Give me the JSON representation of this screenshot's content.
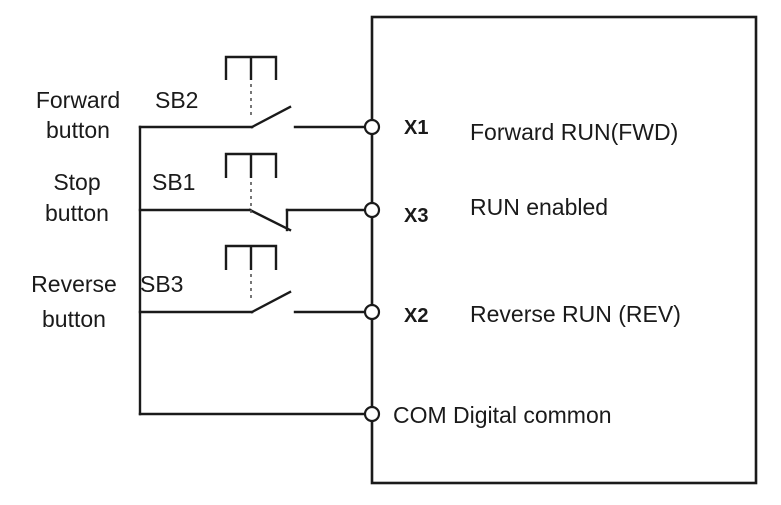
{
  "switches": {
    "sb2": {
      "id": "SB2",
      "name_line1": "Forward",
      "name_line2": "button"
    },
    "sb1": {
      "id": "SB1",
      "name_line1": "Stop",
      "name_line2": "button"
    },
    "sb3": {
      "id": "SB3",
      "name_line1": "Reverse",
      "name_line2": "button"
    }
  },
  "terminals": {
    "x1": {
      "id": "X1",
      "function": "Forward RUN(FWD)"
    },
    "x3": {
      "id": "X3",
      "function": "RUN enabled"
    },
    "x2": {
      "id": "X2",
      "function": "Reverse RUN (REV)"
    },
    "com": {
      "label": "COM Digital common"
    }
  }
}
